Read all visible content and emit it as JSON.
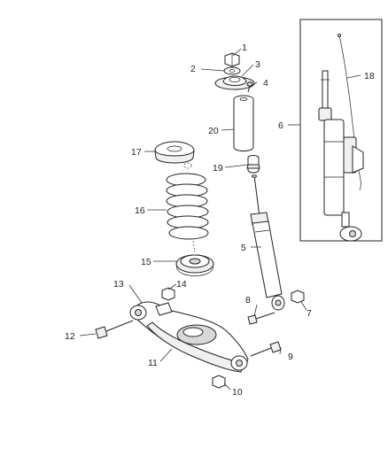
{
  "callouts": [
    {
      "id": "1",
      "label": "1"
    },
    {
      "id": "2",
      "label": "2"
    },
    {
      "id": "3",
      "label": "3"
    },
    {
      "id": "4",
      "label": "4"
    },
    {
      "id": "5",
      "label": "5"
    },
    {
      "id": "6",
      "label": "6"
    },
    {
      "id": "7",
      "label": "7"
    },
    {
      "id": "8",
      "label": "8"
    },
    {
      "id": "9",
      "label": "9"
    },
    {
      "id": "10",
      "label": "10"
    },
    {
      "id": "11",
      "label": "11"
    },
    {
      "id": "12",
      "label": "12"
    },
    {
      "id": "13",
      "label": "13"
    },
    {
      "id": "14",
      "label": "14"
    },
    {
      "id": "15",
      "label": "15"
    },
    {
      "id": "16",
      "label": "16"
    },
    {
      "id": "17",
      "label": "17"
    },
    {
      "id": "18",
      "label": "18"
    },
    {
      "id": "20",
      "label": "20"
    },
    {
      "id": "19",
      "label": "19"
    }
  ]
}
